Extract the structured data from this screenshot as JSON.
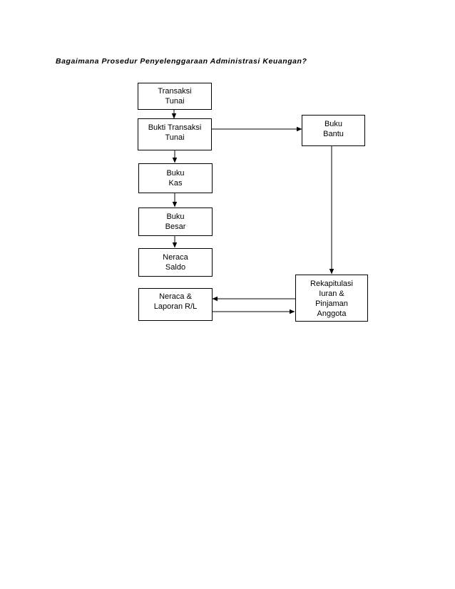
{
  "title": "Bagaimana Prosedur Penyelenggaraan Administrasi Keuangan?",
  "nodes": {
    "transaksi_tunai": "Transaksi\nTunai",
    "bukti_transaksi_tunai": "Bukti Transaksi\nTunai",
    "buku_kas": "Buku\n Kas",
    "buku_besar": "Buku\nBesar",
    "neraca_saldo": "Neraca\n Saldo",
    "neraca_laporan": "Neraca  &\nLaporan R/L",
    "buku_bantu": "Buku\nBantu",
    "rekapitulasi": "Rekapitulasi\n Iuran &\nPinjaman\nAnggota"
  },
  "edges": [
    {
      "from": "Transaksi Tunai",
      "to": "Bukti Transaksi Tunai"
    },
    {
      "from": "Bukti Transaksi Tunai",
      "to": "Buku Bantu"
    },
    {
      "from": "Bukti Transaksi Tunai",
      "to": "Buku Kas"
    },
    {
      "from": "Buku Kas",
      "to": "Buku Besar"
    },
    {
      "from": "Buku Besar",
      "to": "Neraca Saldo"
    },
    {
      "from": "Buku Bantu",
      "to": "Rekapitulasi Iuran & Pinjaman Anggota"
    },
    {
      "from": "Rekapitulasi Iuran & Pinjaman Anggota",
      "to": "Neraca & Laporan R/L"
    },
    {
      "from": "Neraca & Laporan R/L",
      "to": "Rekapitulasi Iuran & Pinjaman Anggota"
    }
  ]
}
